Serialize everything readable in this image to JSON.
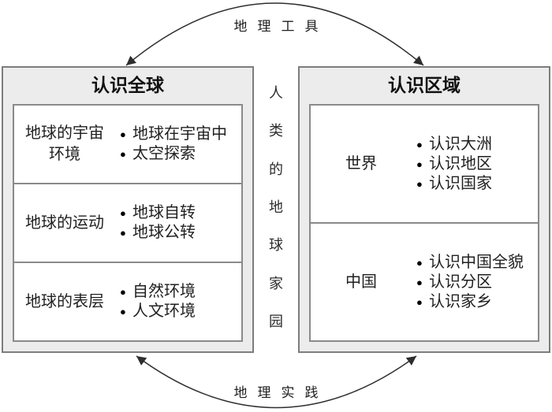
{
  "colors": {
    "panel_fill": "#ececec",
    "panel_border": "#7d7d7d",
    "inner_fill": "#ffffff",
    "inner_border": "#8a8a8a",
    "text": "#1f1f1f",
    "arc": "#2e2e2e"
  },
  "bullet": "●",
  "top_arc": {
    "label": "地理工具"
  },
  "bottom_arc": {
    "label": "地理实践"
  },
  "center_column": {
    "text": "人类的地球家园",
    "chars": [
      "人",
      "类",
      "的",
      "地",
      "球",
      "家",
      "园"
    ]
  },
  "left_panel": {
    "title": "认识全球",
    "rows": [
      {
        "label_lines": [
          "地球的宇宙",
          "环境"
        ],
        "items": [
          "地球在宇宙中",
          "太空探索"
        ]
      },
      {
        "label_lines": [
          "地球的运动"
        ],
        "items": [
          "地球自转",
          "地球公转"
        ]
      },
      {
        "label_lines": [
          "地球的表层"
        ],
        "items": [
          "自然环境",
          "人文环境"
        ]
      }
    ]
  },
  "right_panel": {
    "title": "认识区域",
    "rows": [
      {
        "label_lines": [
          "世界"
        ],
        "items": [
          "认识大洲",
          "认识地区",
          "认识国家"
        ]
      },
      {
        "label_lines": [
          "中国"
        ],
        "items": [
          "认识中国全貌",
          "认识分区",
          "认识家乡"
        ]
      }
    ]
  }
}
